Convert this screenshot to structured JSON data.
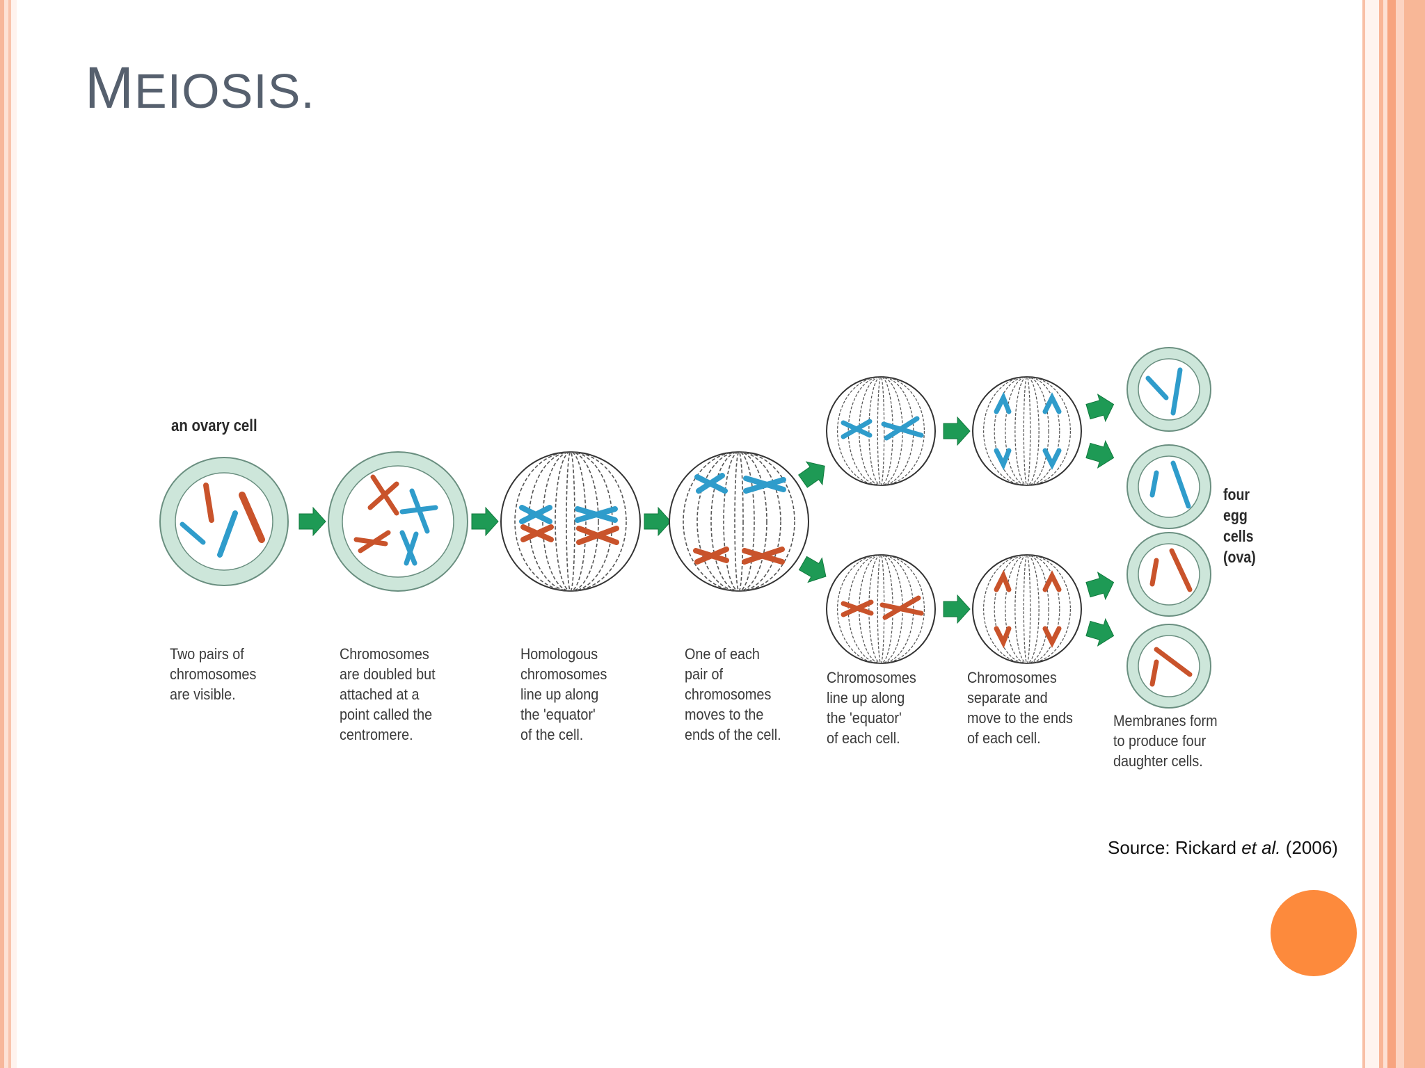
{
  "slide": {
    "title_first": "M",
    "title_rest": "EIOSIS."
  },
  "diagram": {
    "top_label": "an ovary cell",
    "side_label": "four\negg\ncells\n(ova)",
    "steps": [
      {
        "caption": "Two pairs of\nchromosomes\nare visible."
      },
      {
        "caption": "Chromosomes\nare doubled but\nattached at a\npoint called the\ncentromere."
      },
      {
        "caption": "Homologous\nchromosomes\nline up along\nthe 'equator'\nof the cell."
      },
      {
        "caption": "One of each\npair of\nchromosomes\nmoves to the\nends of the cell."
      },
      {
        "caption": "Chromosomes\nline up along\nthe 'equator'\nof each cell."
      },
      {
        "caption": "Chromosomes\nseparate and\nmove to the ends\nof each cell."
      },
      {
        "caption": "Membranes form\nto produce four\ndaughter cells."
      }
    ],
    "colors": {
      "blue_chromosome": "#2f9ccb",
      "red_chromosome": "#c9532b",
      "cell_ring": "#cde6da",
      "arrow": "#1e9a55"
    }
  },
  "source": {
    "prefix": "Source: Rickard ",
    "italic": "et al.",
    "suffix": " (2006)"
  },
  "decor": {
    "accent_circle_color": "#fd8a3c"
  }
}
